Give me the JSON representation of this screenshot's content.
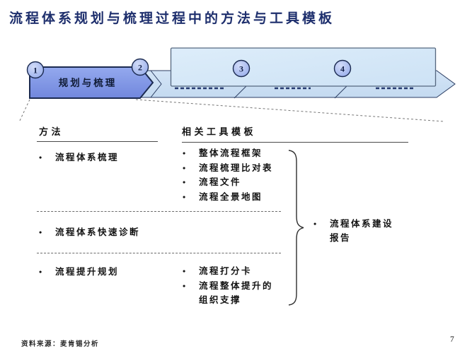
{
  "title": "流程体系规划与梳理过程中的方法与工具模板",
  "process_bar": {
    "steps": [
      {
        "number": "1",
        "label": "规划与梳理"
      },
      {
        "number": "2",
        "label": ""
      },
      {
        "number": "3",
        "label": ""
      },
      {
        "number": "4",
        "label": ""
      }
    ]
  },
  "panel": {
    "bullet": "•",
    "methods_header": "方法",
    "tools_header": "相关工具模板",
    "rows": [
      {
        "method": "流程体系梳理",
        "tools": [
          "整体流程框架",
          "流程梳理比对表",
          "流程文件",
          "流程全景地图"
        ]
      },
      {
        "method": "流程体系快速诊断",
        "tools": []
      },
      {
        "method": "流程提升规划",
        "tools": [
          "流程打分卡",
          "流程整体提升的\n组织支撑"
        ]
      }
    ],
    "summary_item": "流程体系建设\n报告"
  },
  "footer": {
    "source": "资料来源：麦肯锡分析",
    "page": "7"
  },
  "colors": {
    "title_navy": "#1e2f6d",
    "arrow_fill": "#7e97e4",
    "band_fill": "#cbdff4",
    "overlay_fill": "#d6e8f8",
    "circle_fill": "#a9bdee",
    "outline_navy": "#1b2a50"
  }
}
